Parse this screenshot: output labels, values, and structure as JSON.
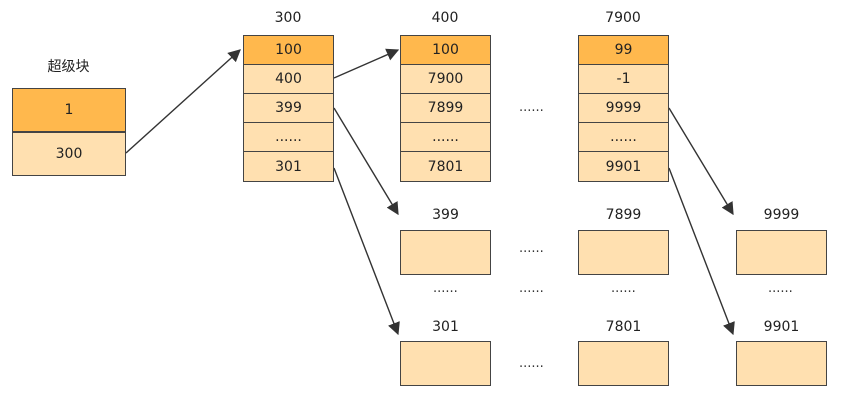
{
  "superblock": {
    "title": "超级块",
    "cells": [
      "1",
      "300"
    ]
  },
  "block300": {
    "label": "300",
    "cells": [
      "100",
      "400",
      "399",
      "......",
      "301"
    ]
  },
  "block400": {
    "label": "400",
    "cells": [
      "100",
      "7900",
      "7899",
      "......",
      "7801"
    ]
  },
  "block7900": {
    "label": "7900",
    "cells": [
      "99",
      "-1",
      "9999",
      "......",
      "9901"
    ]
  },
  "leaf_blocks": {
    "b399": "399",
    "b7899": "7899",
    "b9999": "9999",
    "b301": "301",
    "b7801": "7801",
    "b9901": "9901"
  },
  "ellipsis": "......",
  "colors": {
    "highlight": "#ffb84d",
    "cell": "#ffe0b0",
    "border": "#444444",
    "arrow": "#333333"
  }
}
